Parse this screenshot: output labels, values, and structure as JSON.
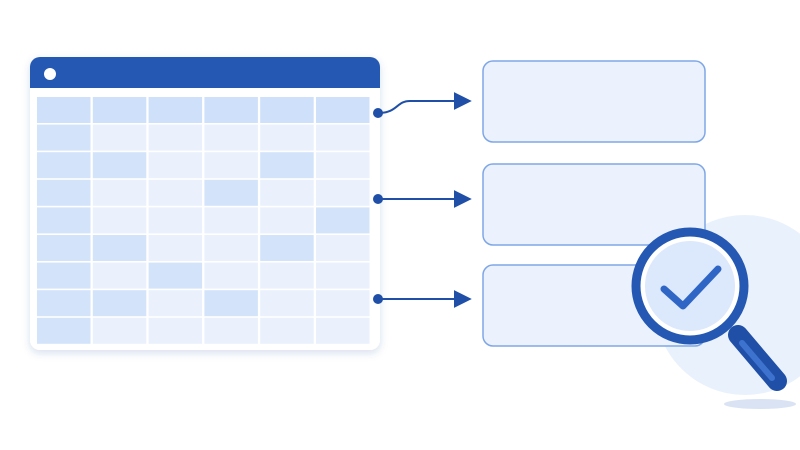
{
  "colors": {
    "background": "#ffffff",
    "primary": "#2458b3",
    "primary_dark": "#1f4fa6",
    "header_fill": "#2458b3",
    "cell_light": "#eaf1fc",
    "cell_mid": "#d3e3fa",
    "cell_header": "#cfe0fa",
    "box_fill": "#ebf2fd",
    "box_stroke": "#7fa7e6",
    "glow": "#e9f1fc"
  },
  "icons": {
    "window_dot": "window-dot-icon",
    "magnifier": "magnifier-icon",
    "check": "checkmark-icon"
  },
  "table": {
    "rows": 9,
    "columns": 6,
    "header_row": true,
    "highlighted_cells": [
      [
        2,
        1
      ],
      [
        2,
        4
      ],
      [
        3,
        3
      ],
      [
        4,
        5
      ],
      [
        5,
        1
      ],
      [
        5,
        4
      ],
      [
        6,
        2
      ],
      [
        7,
        1
      ],
      [
        7,
        3
      ]
    ]
  },
  "output_boxes": {
    "count": 3
  },
  "connectors": {
    "count": 3
  }
}
